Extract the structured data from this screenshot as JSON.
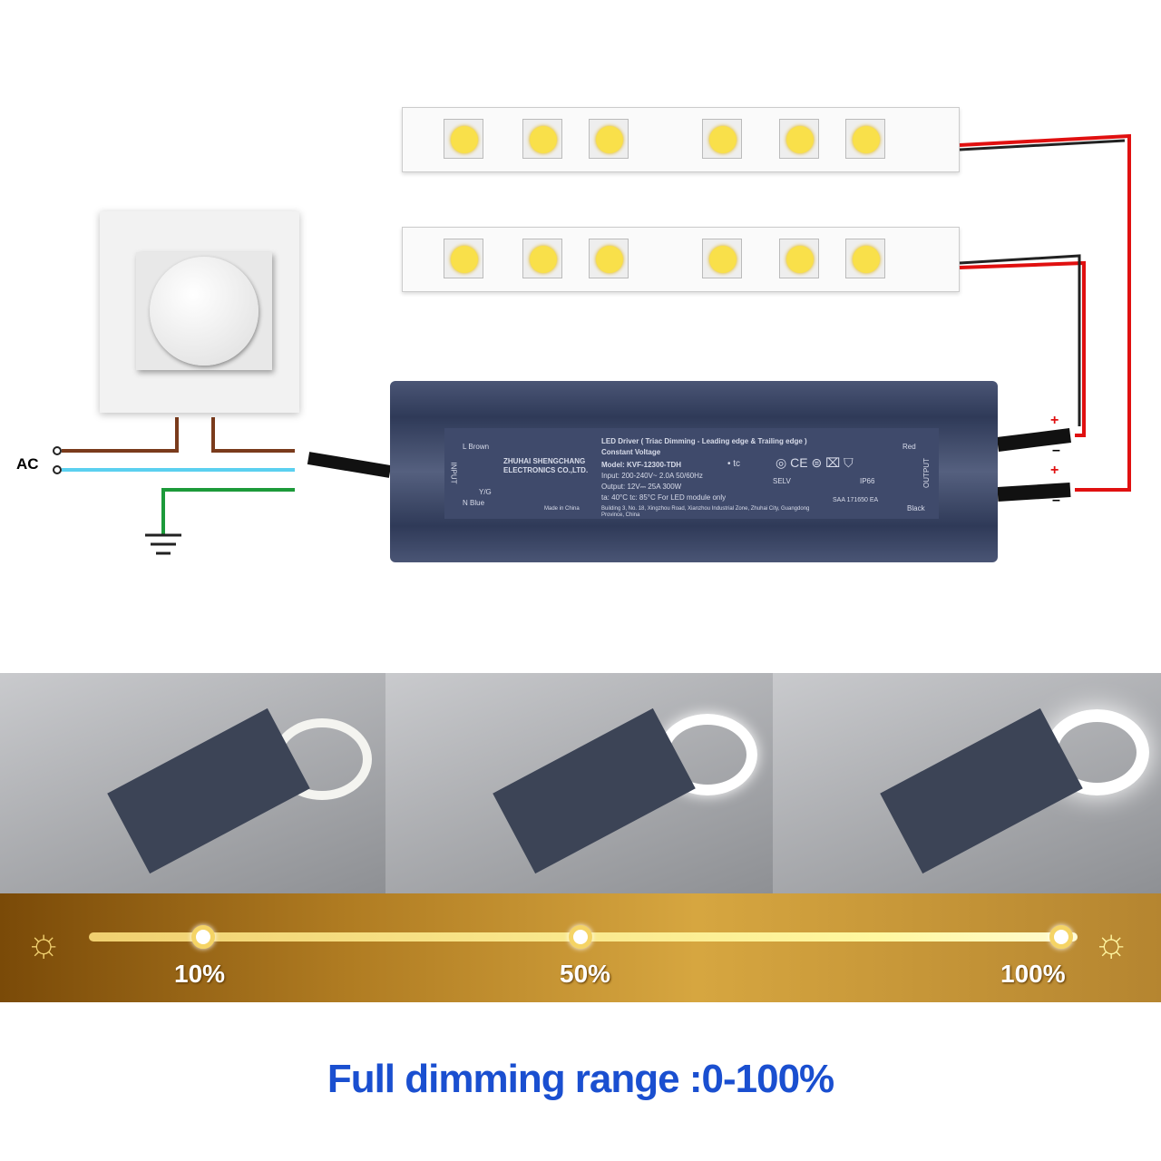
{
  "diagram": {
    "ac_label": "AC",
    "driver": {
      "input_label": "INPUT",
      "output_label": "OUTPUT",
      "l_label": "L Brown",
      "n_label": "N Blue",
      "red_label": "Red",
      "black_label": "Black",
      "ground_label": "Y/G",
      "company": "ZHUHAI SHENGCHANG ELECTRONICS CO.,LTD.",
      "product": "LED Driver ( Triac Dimming - Leading edge & Trailing edge )",
      "type": "Constant Voltage",
      "model": "Model: KVF-12300-TDH",
      "input": "Input: 200-240V~ 2.0A 50/60Hz",
      "output": "Output: 12V⎓ 25A  300W",
      "temps": "ta: 40°C  tc: 85°C   For LED module only",
      "made_in": "Made in China",
      "address": "Building 3, No. 18, Xingzhou Road, Xianzhou Industrial Zone, Zhuhai City, Guangdong Province, China",
      "tc": "• tc",
      "selv": "SELV",
      "ip": "IP66",
      "saa": "SAA 171650 EA"
    },
    "plus": "+",
    "minus": "–"
  },
  "dimming": {
    "levels": [
      {
        "label": "10%",
        "value": 10
      },
      {
        "label": "50%",
        "value": 50
      },
      {
        "label": "100%",
        "value": 100
      }
    ]
  },
  "title": "Full dimming range :0-100%",
  "colors": {
    "title": "#1a4fd0",
    "brown": "#7a3b1c",
    "blue": "#5bd0f0",
    "green": "#1c9a3a",
    "red": "#e01010"
  }
}
